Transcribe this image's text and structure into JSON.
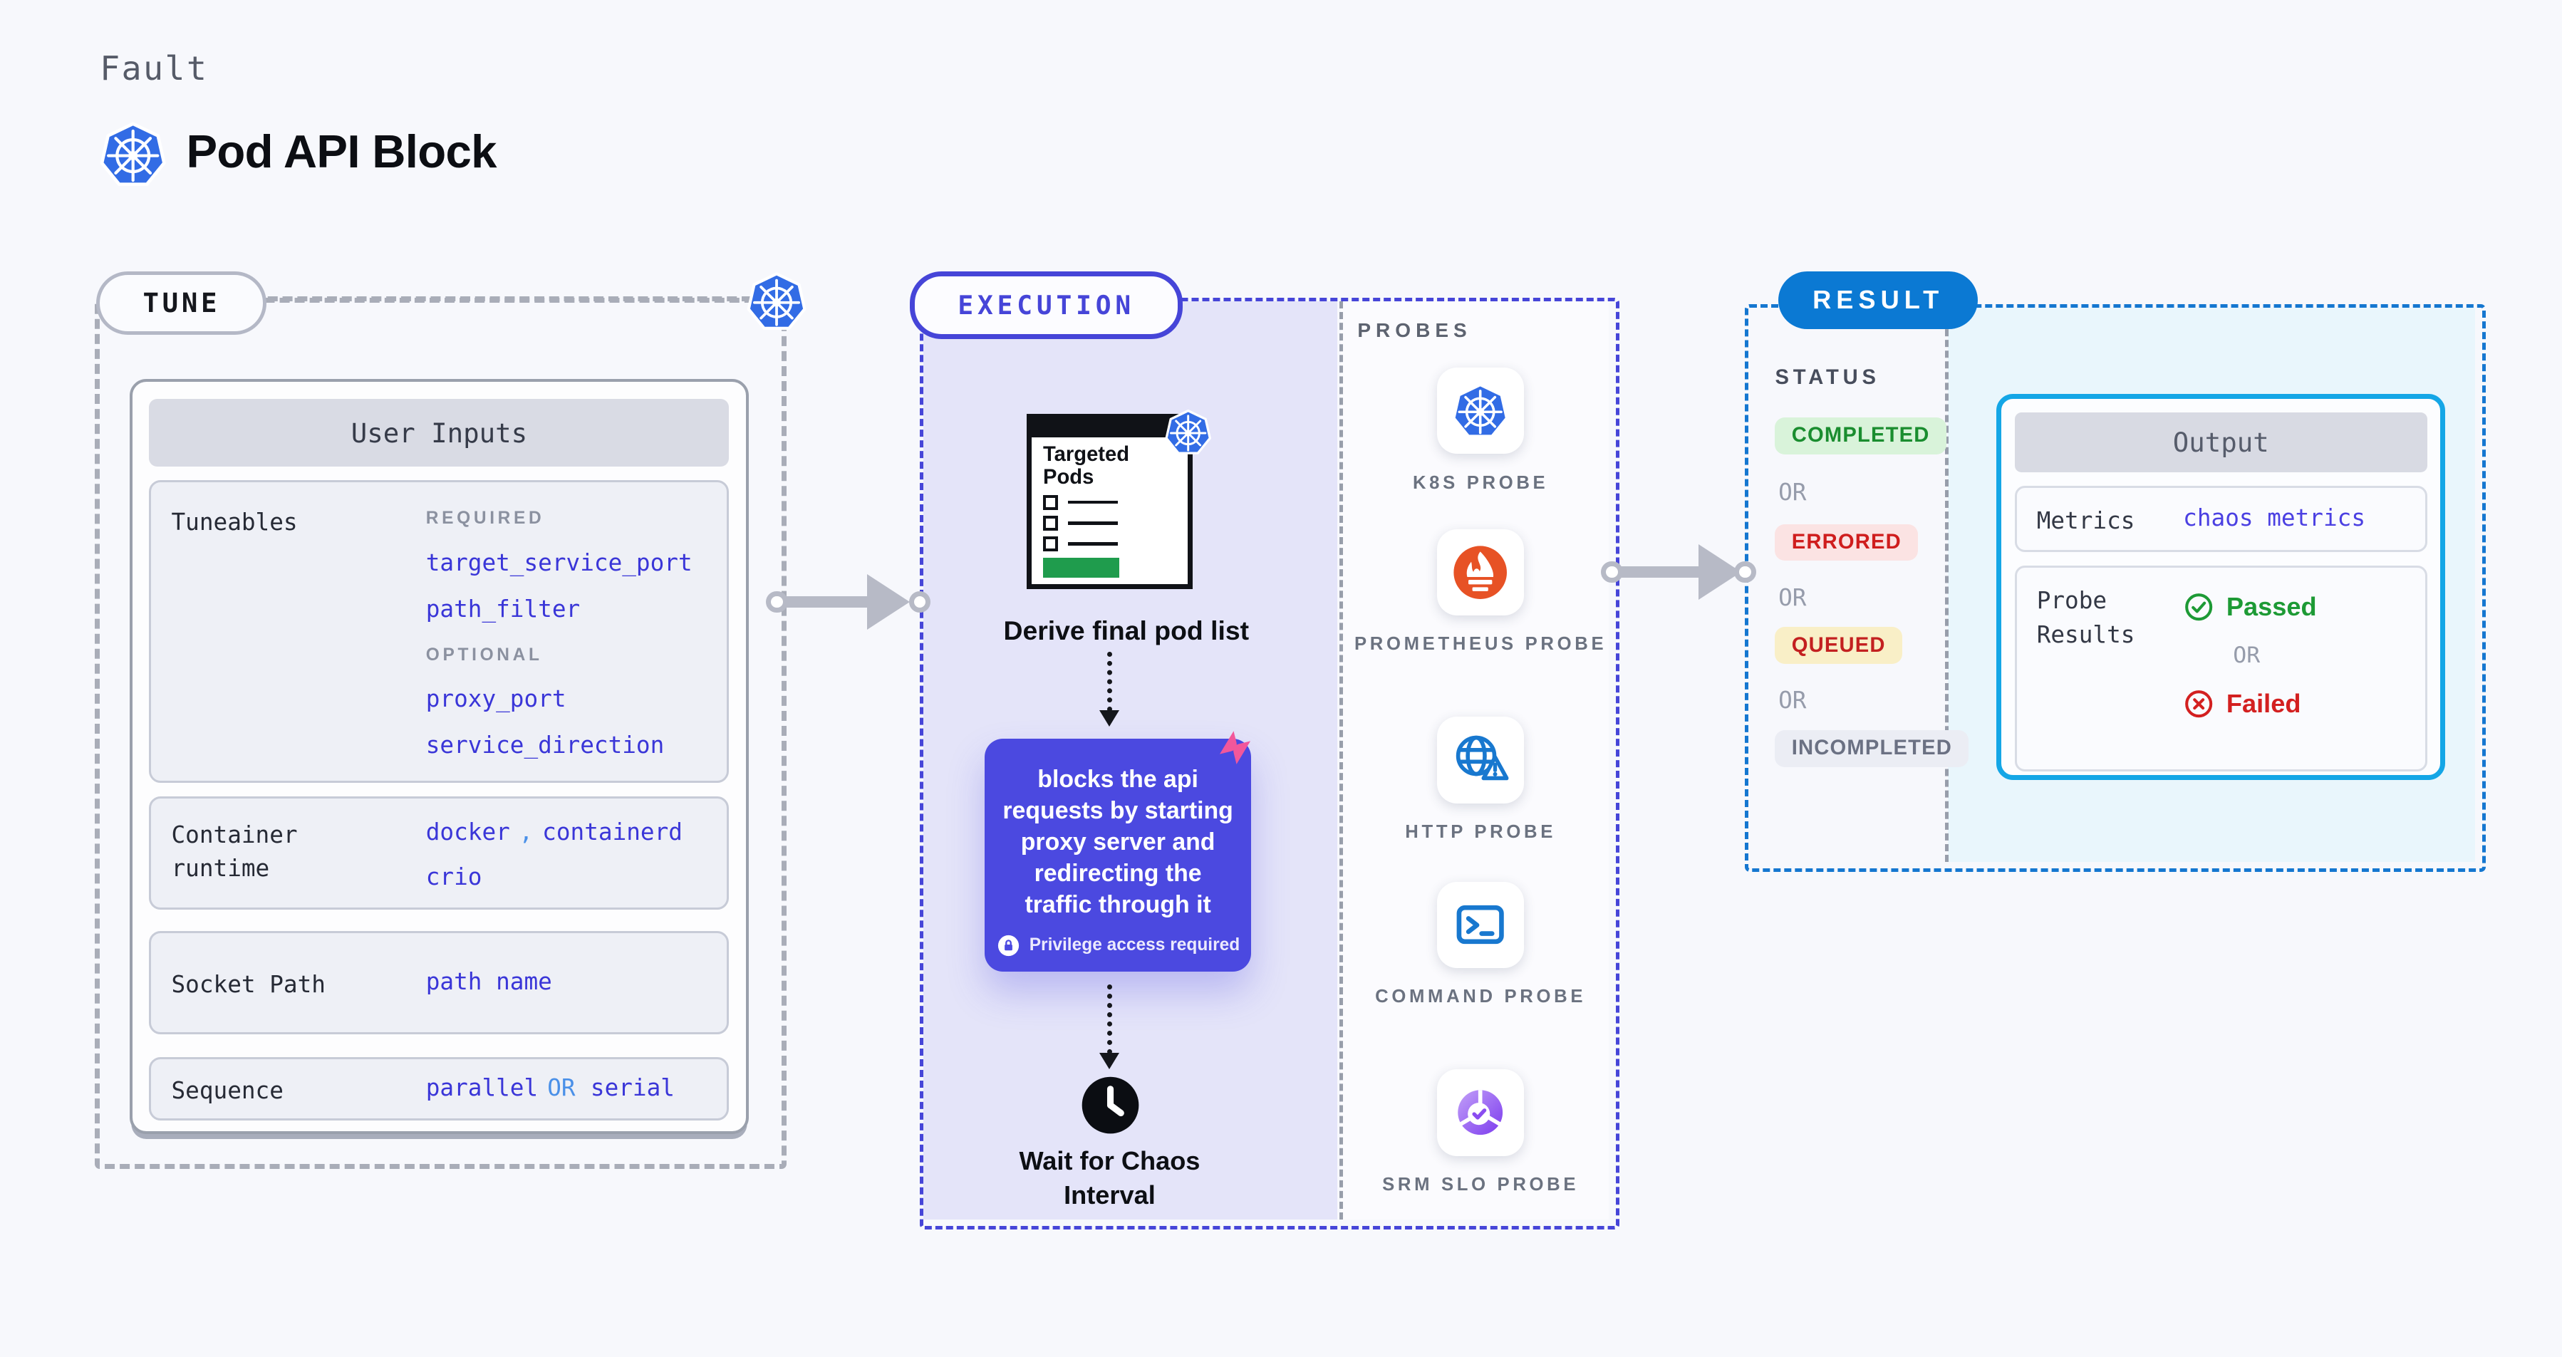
{
  "header": {
    "eyebrow": "Fault",
    "title": "Pod API Block"
  },
  "tune": {
    "pill": "TUNE",
    "table_title": "User Inputs",
    "tuneables_label": "Tuneables",
    "required_heading": "REQUIRED",
    "required_items": [
      "target_service_port",
      "path_filter"
    ],
    "optional_heading": "OPTIONAL",
    "optional_items": [
      "proxy_port",
      "service_direction"
    ],
    "runtime_label": "Container runtime",
    "runtime_value_1": "docker",
    "runtime_comma": ",",
    "runtime_value_2": "containerd",
    "runtime_value_3": "crio",
    "socket_label": "Socket Path",
    "socket_value": "path name",
    "sequence_label": "Sequence",
    "sequence_value_a": "parallel",
    "sequence_or": "OR",
    "sequence_value_b": "serial"
  },
  "execution": {
    "pill": "EXECUTION",
    "targeted_pods_title": "Targeted Pods",
    "derive_caption": "Derive final pod list",
    "action_text": "blocks the api requests by starting proxy server and redirecting the traffic through it",
    "privilege_note": "Privilege access required",
    "wait_caption": "Wait for Chaos Interval"
  },
  "probes": {
    "heading": "PROBES",
    "items": [
      {
        "name": "K8S PROBE",
        "icon": "kubernetes-icon"
      },
      {
        "name": "PROMETHEUS PROBE",
        "icon": "prometheus-icon"
      },
      {
        "name": "HTTP PROBE",
        "icon": "http-globe-warning-icon"
      },
      {
        "name": "COMMAND PROBE",
        "icon": "terminal-icon"
      },
      {
        "name": "SRM SLO PROBE",
        "icon": "srm-slo-icon"
      }
    ]
  },
  "result": {
    "pill": "RESULT",
    "status_heading": "STATUS",
    "status_completed": "COMPLETED",
    "status_or": "OR",
    "status_errored": "ERRORED",
    "status_queued": "QUEUED",
    "status_incompleted": "INCOMPLETED",
    "output_title": "Output",
    "metrics_label": "Metrics",
    "metrics_value": "chaos metrics",
    "probe_results_label": "Probe Results",
    "probe_passed": "Passed",
    "probe_or": "OR",
    "probe_failed": "Failed"
  },
  "colors": {
    "k8s_blue": "#326ce5",
    "indigo_accent": "#4645d8",
    "action_purple": "#4b49e0",
    "chaos_pink": "#f2579b",
    "result_blue": "#0b79d3",
    "output_border_cyan": "#14a6e6",
    "code_indigo": "#3a36d8",
    "code_blue": "#4a90e8",
    "passed_green": "#1d9a35",
    "failed_red": "#d32020",
    "prometheus_orange": "#e75225",
    "green_bar": "#1f9c4d"
  }
}
